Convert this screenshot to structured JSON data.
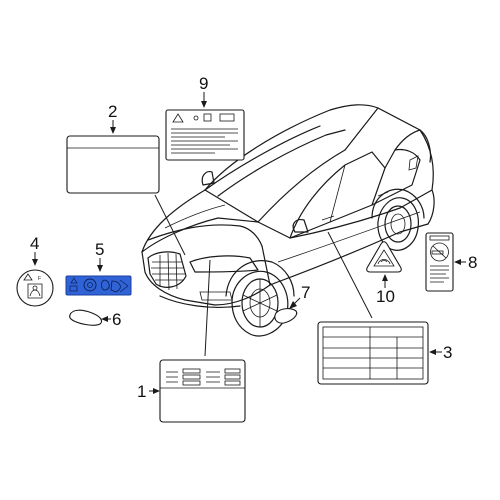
{
  "diagram": {
    "callouts": [
      {
        "id": "1",
        "text": "1"
      },
      {
        "id": "2",
        "text": "2"
      },
      {
        "id": "3",
        "text": "3"
      },
      {
        "id": "4",
        "text": "4"
      },
      {
        "id": "5",
        "text": "5"
      },
      {
        "id": "6",
        "text": "6"
      },
      {
        "id": "7",
        "text": "7"
      },
      {
        "id": "8",
        "text": "8"
      },
      {
        "id": "9",
        "text": "9"
      },
      {
        "id": "10",
        "text": "10"
      }
    ],
    "colors": {
      "line": "#1a1a1a",
      "highlight_fill": "#2f63d6",
      "highlight_stroke": "#1a3f9e",
      "background": "#ffffff"
    },
    "icons": [
      "sedan-car-outline",
      "warning-triangle-icon",
      "no-smoking-icon",
      "airbag-icon"
    ]
  }
}
